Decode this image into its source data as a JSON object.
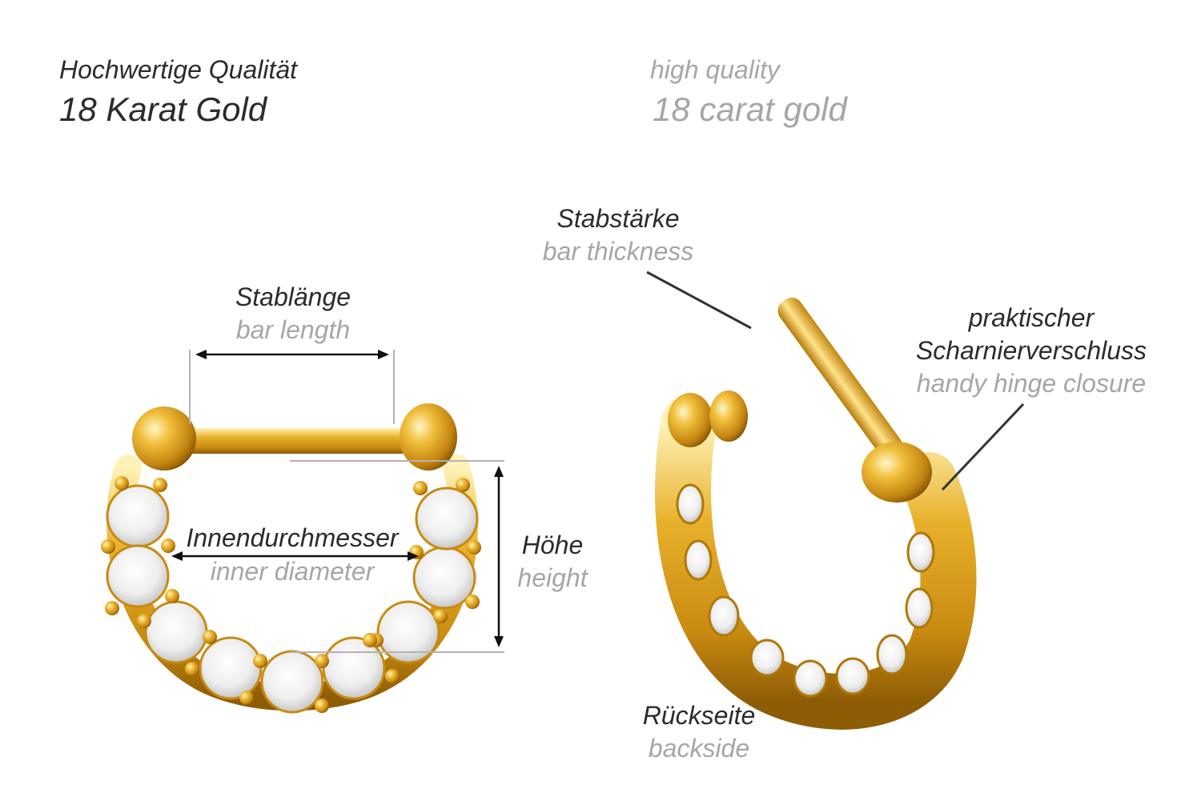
{
  "header": {
    "de_line1": "Hochwertige Qualität",
    "de_line2": "18 Karat Gold",
    "en_line1": "high quality",
    "en_line2": "18 carat gold"
  },
  "labels": {
    "bar_length": {
      "de": "Stablänge",
      "en": "bar length"
    },
    "inner_diameter": {
      "de": "Innendurchmesser",
      "en": "inner diameter"
    },
    "height": {
      "de": "Höhe",
      "en": "height"
    },
    "bar_thickness": {
      "de": "Stabstärke",
      "en": "bar thickness"
    },
    "hinge": {
      "de_line1": "praktischer",
      "de_line2": "Scharnierverschluss",
      "en": "handy hinge closure"
    },
    "backside": {
      "de": "Rückseite",
      "en": "backside"
    }
  },
  "colors": {
    "gold": "#e0a61c",
    "gold_dark": "#a8700a",
    "gold_light": "#ffe89a",
    "gem": "#f2f2f2",
    "text_de": "#2b2b2b",
    "text_en": "#a6a6a6"
  }
}
